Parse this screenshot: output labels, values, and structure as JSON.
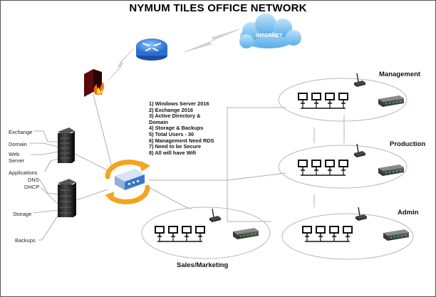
{
  "title": "NYMUM TILES OFFICE NETWORK",
  "internet_label": "INTERNET",
  "segments": {
    "management": "Management",
    "production": "Production",
    "admin": "Admin",
    "sales": "Sales/Marketing"
  },
  "server_roles": {
    "exchange": "Exchange",
    "domain": "Domain",
    "web_server": "Web\nServer",
    "applications": "Applications",
    "dns": "DNS",
    "dhcp": "DHCP",
    "storage": "Storage",
    "backups": "Backups"
  },
  "requirements": [
    "1) Windows Server 2016",
    "2) Exchange 2016",
    "3) Active Directory &",
    "Domain",
    "4) Storage & Backups",
    "5) Total Users - 30",
    "6) Management Need RDS",
    "7) Need to be Secure",
    "8) All will have Wifi"
  ],
  "icons": [
    "router-icon",
    "firewall-icon",
    "internet-cloud-icon",
    "server-rack-icon",
    "switch-icon",
    "wireless-access-point-icon",
    "workstation-icon",
    "network-hub-icon"
  ]
}
